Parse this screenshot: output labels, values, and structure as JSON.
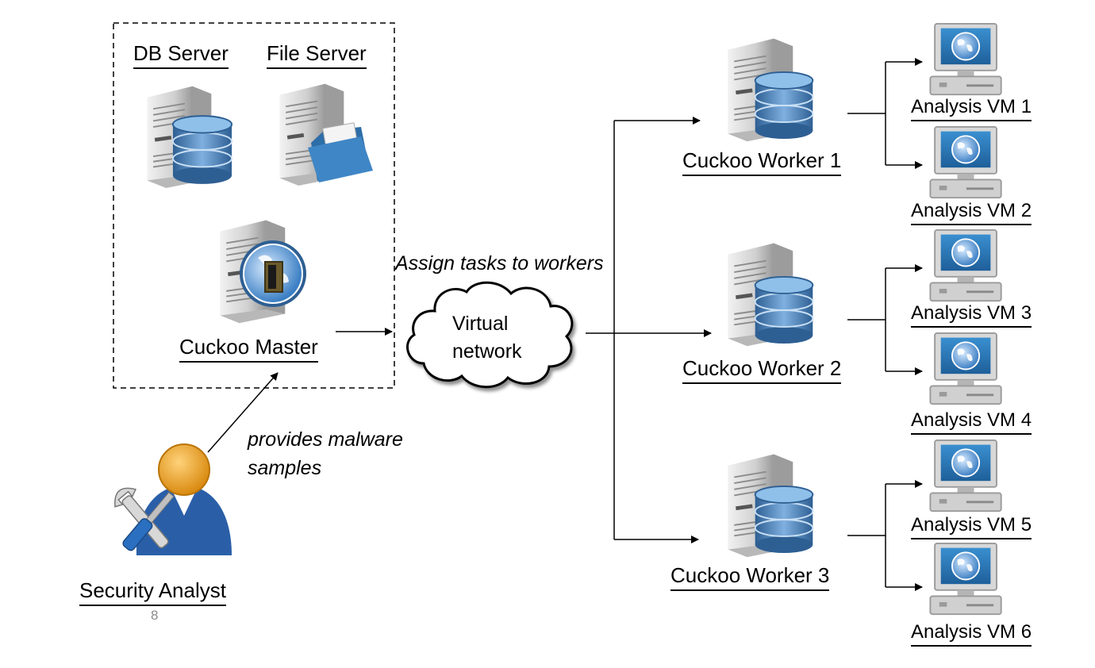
{
  "master_group": {
    "db_server_label": "DB Server",
    "file_server_label": "File Server",
    "master_label": "Cuckoo Master"
  },
  "annotations": {
    "assign_tasks": "Assign tasks to workers",
    "provides_samples_line1": "provides malware",
    "provides_samples_line2": "samples"
  },
  "network": {
    "line1": "Virtual",
    "line2": "network"
  },
  "analyst": {
    "label": "Security Analyst"
  },
  "workers": [
    {
      "label": "Cuckoo Worker 1"
    },
    {
      "label": "Cuckoo Worker 2"
    },
    {
      "label": "Cuckoo Worker 3"
    }
  ],
  "vms": [
    {
      "label": "Analysis VM 1"
    },
    {
      "label": "Analysis VM 2"
    },
    {
      "label": "Analysis VM 3"
    },
    {
      "label": "Analysis VM 4"
    },
    {
      "label": "Analysis VM 5"
    },
    {
      "label": "Analysis VM 6"
    }
  ],
  "page_number": "8",
  "colors": {
    "server_body": "#d4d4d4",
    "db_blue": "#4a7fb5",
    "screen_blue": "#2f7fc0",
    "analyst_head": "#f0a020",
    "analyst_body": "#2a5fa8"
  },
  "icons": [
    "db-server-icon",
    "file-server-icon",
    "master-server-icon",
    "cloud-icon",
    "analyst-icon",
    "worker-server-icon",
    "vm-computer-icon"
  ]
}
